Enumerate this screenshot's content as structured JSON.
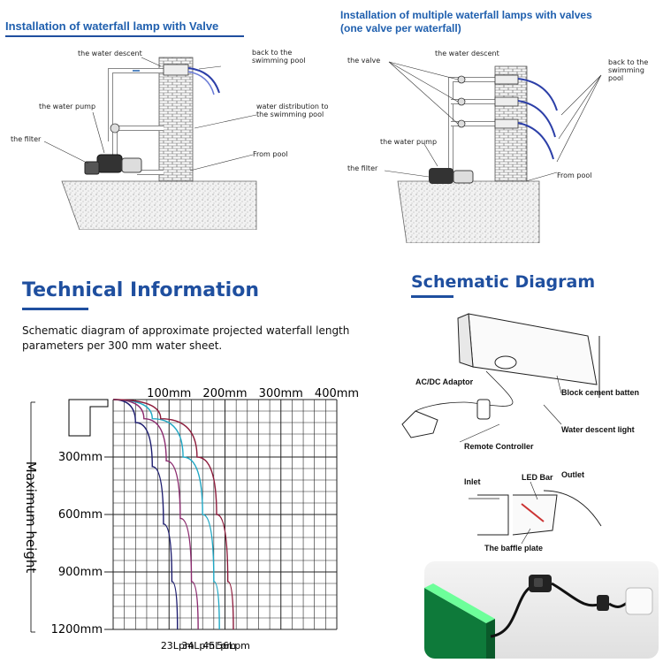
{
  "top_left": {
    "title": "Installation of waterfall lamp with Valve",
    "labels": {
      "water_descent": "the water descent",
      "back_to_pool": "back to the swimming pool",
      "water_pump": "the water pump",
      "water_distribution": "water distribution to the swimming pool",
      "filter": "the filter",
      "from_pool": "From pool"
    }
  },
  "top_right": {
    "title_line1": "Installation of multiple waterfall lamps with valves",
    "title_line2": "(one valve per waterfall)",
    "labels": {
      "valve": "the valve",
      "water_descent": "the water descent",
      "back_to_pool": "back to the swimming pool",
      "water_pump": "the water pump",
      "filter": "the filter",
      "from_pool": "From pool"
    }
  },
  "technical": {
    "title": "Technical Information",
    "description_line1": "Schematic diagram of approximate projected waterfall length",
    "description_line2": "parameters per 300 mm water sheet."
  },
  "chart_data": {
    "type": "line",
    "x_ticks": [
      "100mm",
      "200mm",
      "300mm",
      "400mm"
    ],
    "y_ticks": [
      "300mm",
      "600mm",
      "900mm",
      "1200mm"
    ],
    "ylabel": "Maximum height",
    "xlim": [
      0,
      400
    ],
    "ylim": [
      0,
      1200
    ],
    "series": [
      {
        "name": "23Lpm",
        "color": "#1c1c6e",
        "x": [
          0,
          40,
          70,
          90,
          105,
          115
        ],
        "y": [
          0,
          120,
          350,
          650,
          950,
          1200
        ]
      },
      {
        "name": "34Lpm",
        "color": "#8b2a6e",
        "x": [
          0,
          55,
          95,
          120,
          140,
          152
        ],
        "y": [
          0,
          100,
          320,
          620,
          950,
          1200
        ]
      },
      {
        "name": "45Lpm",
        "color": "#1fa7c4",
        "x": [
          0,
          70,
          125,
          160,
          180,
          190
        ],
        "y": [
          0,
          100,
          300,
          600,
          950,
          1200
        ]
      },
      {
        "name": "56Lpm",
        "color": "#8b1a3a",
        "x": [
          0,
          85,
          150,
          185,
          205,
          215
        ],
        "y": [
          0,
          100,
          300,
          600,
          950,
          1200
        ]
      }
    ]
  },
  "schematic": {
    "title": "Schematic Diagram",
    "labels": {
      "ac_dc": "AC/DC Adaptor",
      "block_cement": "Block cement batten",
      "water_descent_light": "Water descent light",
      "remote": "Remote Controller",
      "inlet": "Inlet",
      "led_bar": "LED Bar",
      "outlet": "Outlet",
      "baffle": "The baffle plate"
    }
  }
}
